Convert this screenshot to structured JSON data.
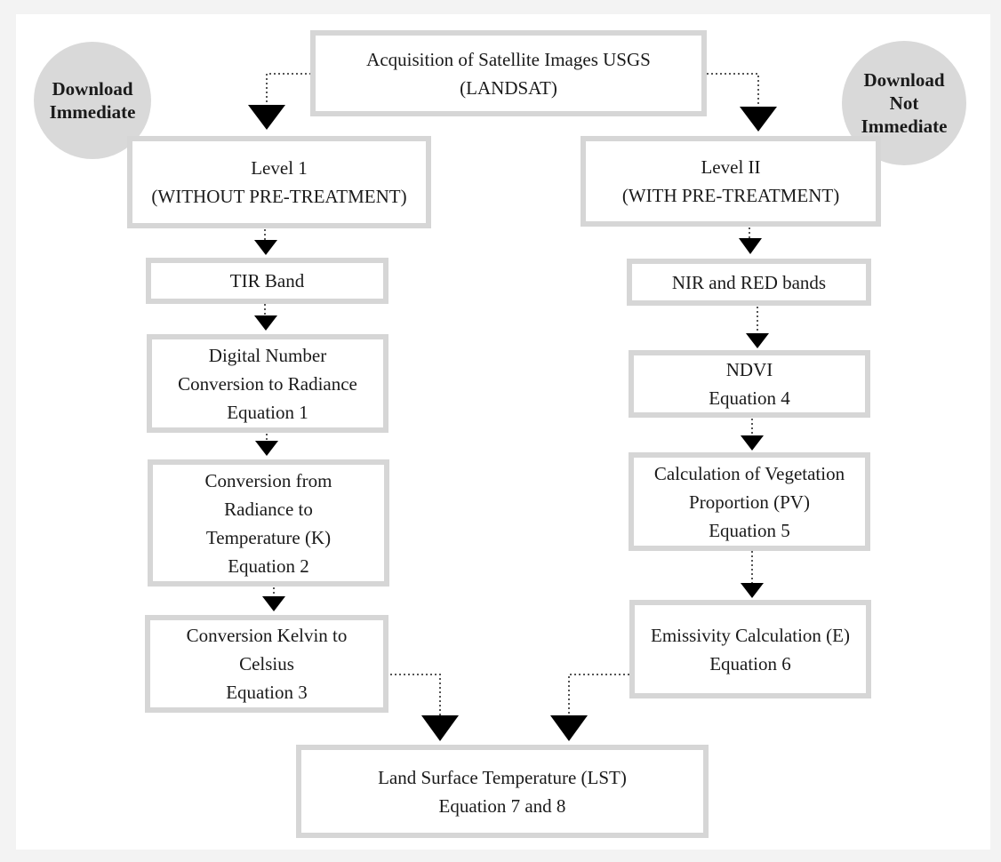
{
  "top": {
    "line1": "Acquisition of Satellite Images USGS",
    "line2": "(LANDSAT)"
  },
  "badges": {
    "left": {
      "line1": "Download",
      "line2": "Immediate"
    },
    "right": {
      "line1": "Download",
      "line2": "Not",
      "line3": "Immediate"
    }
  },
  "left_branch": {
    "level": {
      "line1": "Level 1",
      "line2": "(WITHOUT  PRE-TREATMENT)"
    },
    "band": {
      "line1": "TIR Band"
    },
    "step1": {
      "line1": "Digital Number",
      "line2": "Conversion to Radiance",
      "line3": "Equation 1"
    },
    "step2": {
      "line1": "Conversion from",
      "line2": "Radiance to",
      "line3": "Temperature (K)",
      "line4": "Equation 2"
    },
    "step3": {
      "line1": "Conversion Kelvin to",
      "line2": "Celsius",
      "line3": "Equation 3"
    }
  },
  "right_branch": {
    "level": {
      "line1": "Level II",
      "line2": "(WITH  PRE-TREATMENT)"
    },
    "band": {
      "line1": "NIR and RED bands"
    },
    "step1": {
      "line1": "NDVI",
      "line2": "Equation 4"
    },
    "step2": {
      "line1": "Calculation of Vegetation",
      "line2": "Proportion (PV)",
      "line3": "Equation 5"
    },
    "step3": {
      "line1": "Emissivity Calculation (E)",
      "line2": "Equation 6"
    }
  },
  "result": {
    "line1": "Land Surface Temperature (LST)",
    "line2": "Equation 7 and 8"
  }
}
